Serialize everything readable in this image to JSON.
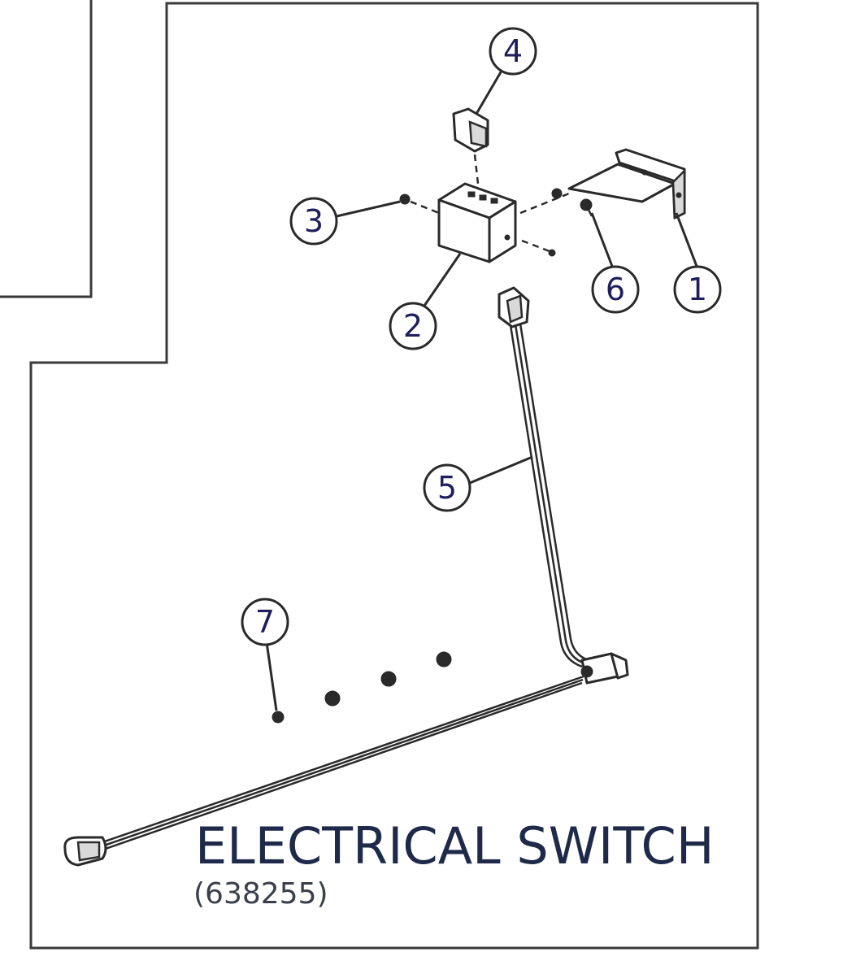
{
  "diagram": {
    "title": "ELECTRICAL SWITCH",
    "part_number": "(638255)",
    "callouts": [
      {
        "id": "callout-1",
        "label": "1"
      },
      {
        "id": "callout-2",
        "label": "2"
      },
      {
        "id": "callout-3",
        "label": "3"
      },
      {
        "id": "callout-4",
        "label": "4"
      },
      {
        "id": "callout-5",
        "label": "5"
      },
      {
        "id": "callout-6",
        "label": "6"
      },
      {
        "id": "callout-7",
        "label": "7"
      }
    ]
  }
}
